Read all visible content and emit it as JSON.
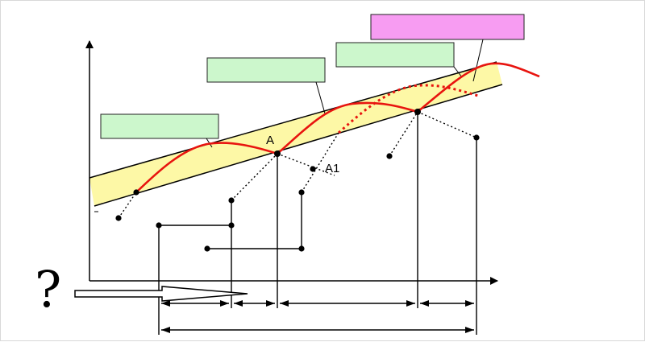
{
  "labels": {
    "point_a": "A",
    "point_a1": "A1",
    "question": "?"
  },
  "colors": {
    "band_fill": "#fdf8a6",
    "wave": "#e8140f",
    "box_green": "#ccf7cc",
    "box_pink": "#f79cf2",
    "line": "#000000",
    "border": "#d8d8d8"
  },
  "icons": {
    "y_axis_arrow": "arrow-up",
    "x_axis_arrow": "arrow-right",
    "hollow_arrow": "hollow-arrow-right",
    "question_mark": "question-mark"
  }
}
